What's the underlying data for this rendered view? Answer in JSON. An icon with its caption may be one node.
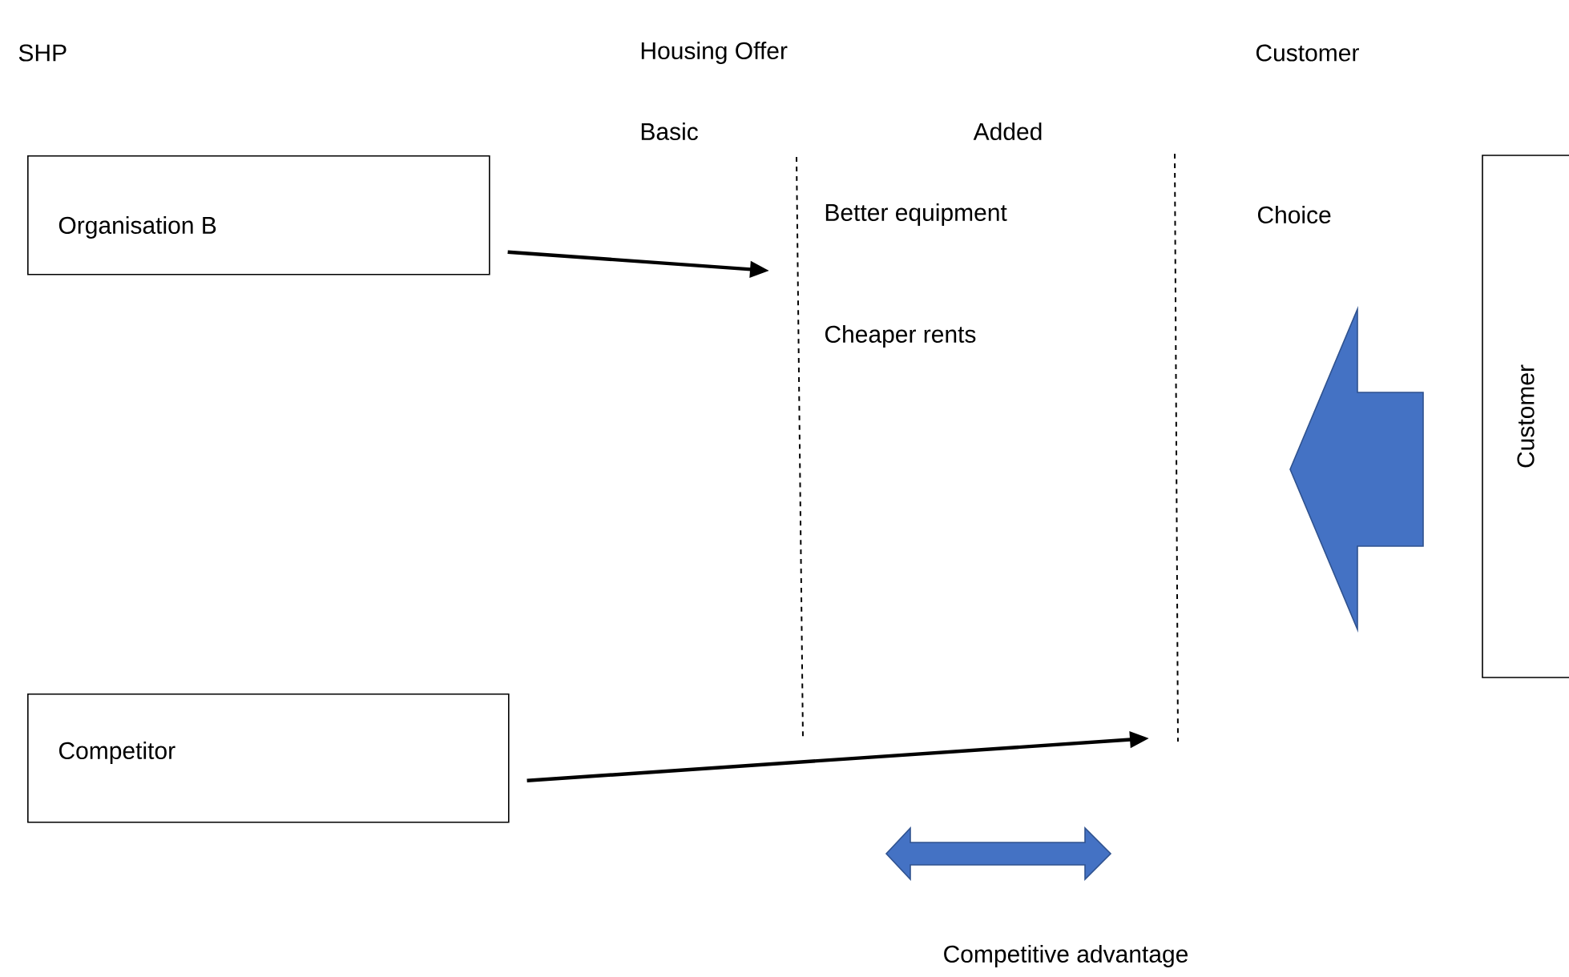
{
  "diagram": {
    "nodes": [
      {
        "text": [
          "Organisation B"
        ]
      },
      {
        "text": [
          "Competitor"
        ]
      },
      {
        "text": [
          "Customer"
        ]
      }
    ],
    "edges": [
      {
        "from": 0,
        "to": null,
        "arrow": "to"
      },
      {
        "from": 1,
        "to": null,
        "arrow": "to"
      }
    ],
    "labels": [
      "SHP",
      "Housing Offer",
      "Customer",
      "Basic",
      "Added",
      "Better equipment",
      "Choice",
      "Cheaper rents",
      "Competitive advantage"
    ]
  }
}
